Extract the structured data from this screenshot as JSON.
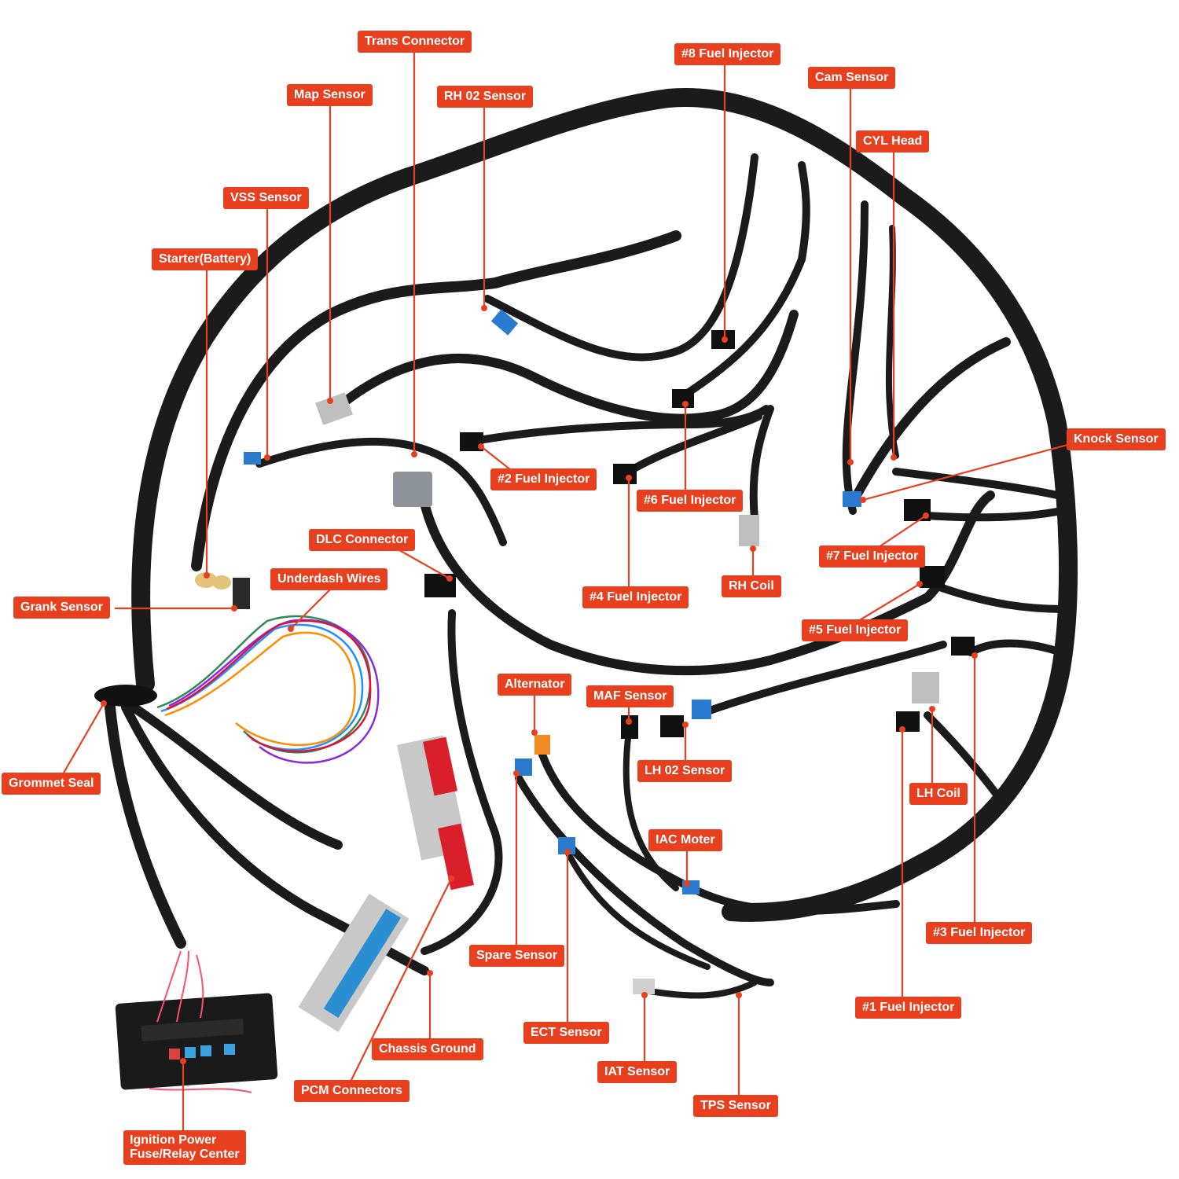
{
  "colors": {
    "label_bg": "#e8401f",
    "label_text": "#ffffff",
    "leader_line": "#e8401f",
    "harness": "#1b1b1b",
    "background": "#ffffff"
  },
  "labels": {
    "trans_connector": "Trans Connector",
    "fuel_injector_8": "#8 Fuel Injector",
    "cam_sensor": "Cam Sensor",
    "map_sensor": "Map Sensor",
    "rh_o2_sensor": "RH 02 Sensor",
    "cyl_head": "CYL Head",
    "vss_sensor": "VSS Sensor",
    "starter_battery": "Starter(Battery)",
    "knock_sensor": "Knock Sensor",
    "fuel_injector_2": "#2 Fuel Injector",
    "fuel_injector_6": "#6 Fuel Injector",
    "dlc_connector": "DLC Connector",
    "fuel_injector_7": "#7 Fuel Injector",
    "underdash_wires": "Underdash Wires",
    "rh_coil": "RH Coil",
    "fuel_injector_4": "#4 Fuel Injector",
    "crank_sensor": "Grank Sensor",
    "fuel_injector_5": "#5 Fuel Injector",
    "alternator": "Alternator",
    "maf_sensor": "MAF Sensor",
    "lh_o2_sensor": "LH 02 Sensor",
    "grommet_seal": "Grommet Seal",
    "lh_coil": "LH Coil",
    "iac_motor": "IAC Moter",
    "fuel_injector_3": "#3 Fuel Injector",
    "spare_sensor": "Spare Sensor",
    "fuel_injector_1": "#1 Fuel Injector",
    "ect_sensor": "ECT Sensor",
    "chassis_ground": "Chassis Ground",
    "iat_sensor": "IAT Sensor",
    "pcm_connectors": "PCM Connectors",
    "tps_sensor": "TPS Sensor",
    "ignition_power_line1": "Ignition Power",
    "ignition_power_line2": "Fuse/Relay Center"
  }
}
